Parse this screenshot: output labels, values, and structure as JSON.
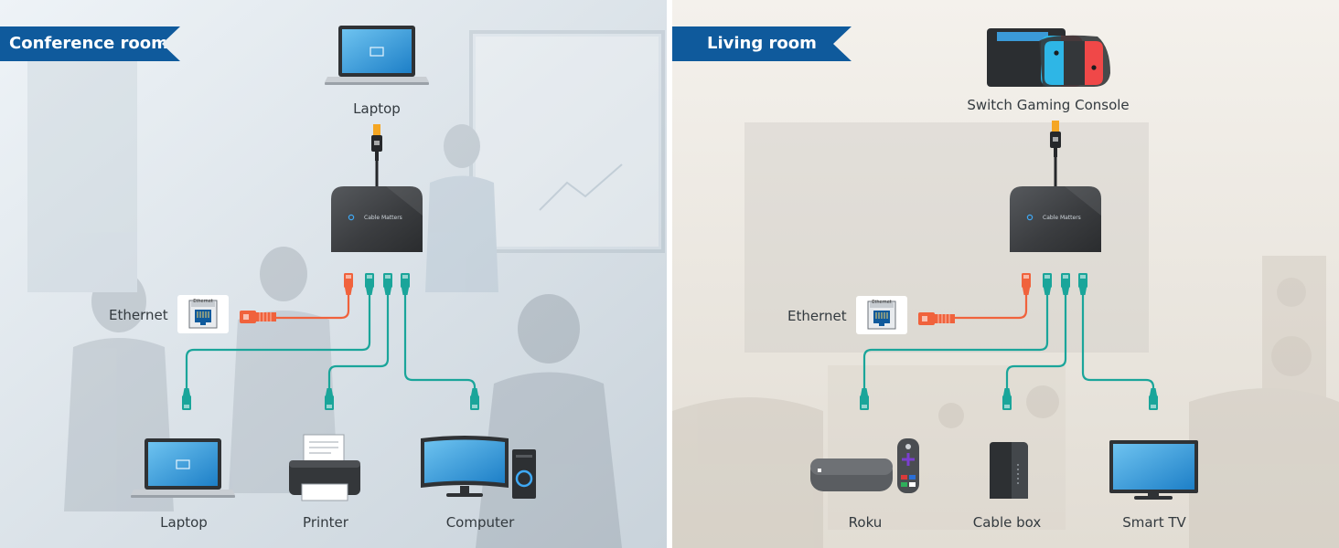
{
  "brand_name": "Cable Matters",
  "port_label_text": "Ethernet",
  "colors": {
    "label_bg": "#0f5a9c",
    "ethernet_cable": "#f0623c",
    "device_cable": "#1aa59a",
    "hub_body": "#3b3d40",
    "usb_connector": "#f5a623"
  },
  "panels": [
    {
      "room_label": "Conference room",
      "host_device": {
        "label": "Laptop",
        "icon": "laptop-icon"
      },
      "ethernet_label": "Ethernet",
      "devices": [
        {
          "label": "Laptop",
          "icon": "laptop-icon"
        },
        {
          "label": "Printer",
          "icon": "printer-icon"
        },
        {
          "label": "Computer",
          "icon": "desktop-computer-icon"
        }
      ]
    },
    {
      "room_label": "Living room",
      "host_device": {
        "label": "Switch Gaming Console",
        "icon": "game-console-icon"
      },
      "ethernet_label": "Ethernet",
      "devices": [
        {
          "label": "Roku",
          "icon": "streaming-box-icon"
        },
        {
          "label": "Cable box",
          "icon": "cable-box-icon"
        },
        {
          "label": "Smart TV",
          "icon": "tv-icon"
        }
      ]
    }
  ]
}
